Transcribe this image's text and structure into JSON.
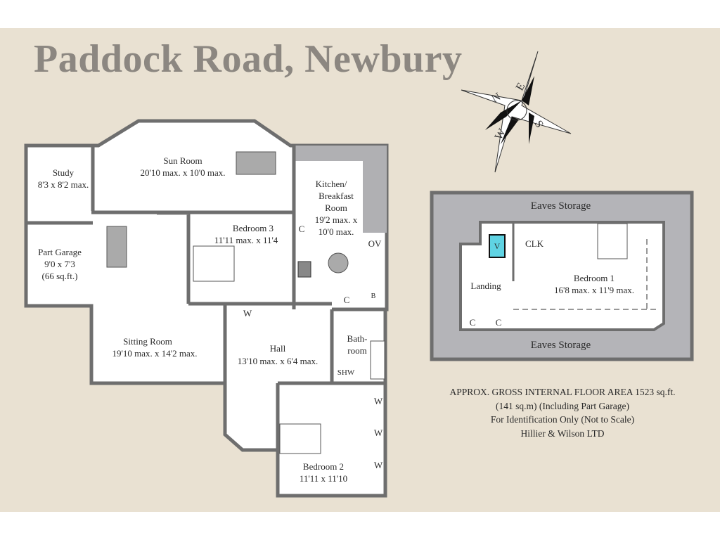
{
  "title": "Paddock Road, Newbury",
  "compass": {
    "n": "N",
    "e": "E",
    "s": "S",
    "w": "W"
  },
  "ground_floor": {
    "study": {
      "name": "Study",
      "dims": "8'3 x 8'2 max."
    },
    "sun_room": {
      "name": "Sun Room",
      "dims": "20'10 max. x 10'0 max."
    },
    "kitchen": {
      "name1": "Kitchen/",
      "name2": "Breakfast",
      "name3": "Room",
      "dims1": "19'2 max. x",
      "dims2": "10'0 max."
    },
    "part_garage": {
      "name": "Part Garage",
      "dims": "9'0 x 7'3",
      "area": "(66 sq.ft.)"
    },
    "bedroom3": {
      "name": "Bedroom 3",
      "dims": "11'11 max. x 11'4"
    },
    "sitting_room": {
      "name": "Sitting Room",
      "dims": "19'10 max. x 14'2 max."
    },
    "hall": {
      "name": "Hall",
      "dims": "13'10 max. x 6'4 max."
    },
    "bathroom": {
      "name1": "Bath-",
      "name2": "room"
    },
    "bedroom2": {
      "name": "Bedroom 2",
      "dims": "11'11 x 11'10"
    },
    "labels": {
      "c": "C",
      "w": "W",
      "ov": "OV",
      "b": "B",
      "shw": "SHW"
    }
  },
  "first_floor": {
    "eaves_top": "Eaves Storage",
    "eaves_bottom": "Eaves Storage",
    "bedroom1": {
      "name": "Bedroom 1",
      "dims": "16'8 max. x 11'9 max."
    },
    "landing": "Landing",
    "clk": "CLK",
    "v": "V",
    "c": "C"
  },
  "notes": {
    "line1": "APPROX. GROSS INTERNAL FLOOR AREA 1523 sq.ft.",
    "line2": "(141 sq.m) (Including Part Garage)",
    "line3": "For Identification Only (Not to Scale)",
    "line4": "Hillier & Wilson LTD"
  },
  "colors": {
    "background": "#e9e1d2",
    "wall": "#6e6e6e",
    "eaves": "#b4b4b8",
    "v_tank": "#5fd3e3"
  }
}
